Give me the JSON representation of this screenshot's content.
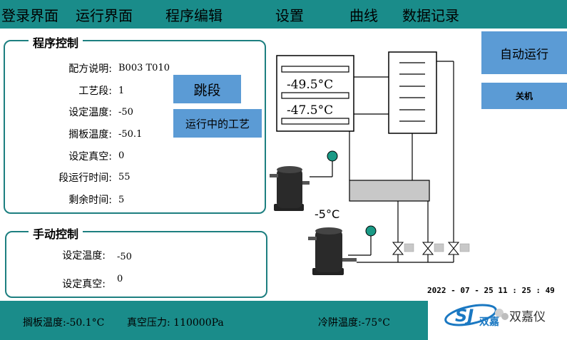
{
  "nav": {
    "login": "登录界面",
    "run": "运行界面",
    "program": "程序编辑",
    "settings": "设置",
    "curve": "曲线",
    "data_log": "数据记录"
  },
  "program_control": {
    "title": "程序控制",
    "recipe_label": "配方说明:",
    "recipe_value": "B003 T010",
    "step_label": "工艺段:",
    "step_value": "1",
    "set_temp_label": "设定温度:",
    "set_temp_value": "-50",
    "shelf_temp_label": "搁板温度:",
    "shelf_temp_value": "-50.1",
    "set_vacuum_label": "设定真空:",
    "set_vacuum_value": "0",
    "segment_time_label": "段运行时间:",
    "segment_time_value": "55",
    "remaining_label": "剩余时间:",
    "remaining_value": "5",
    "jump_button": "跳段",
    "running_process_button": "运行中的工艺"
  },
  "manual_control": {
    "title": "手动控制",
    "set_temp_label": "设定温度:",
    "set_temp_value": "-50",
    "set_vacuum_label": "设定真空:",
    "set_vacuum_value": "0"
  },
  "diagram": {
    "temp_upper": "-49.5°C",
    "temp_lower": "-47.5°C",
    "condenser_temp": "-5°C"
  },
  "right": {
    "auto_run_button": "自动运行",
    "shutdown_button": "关机",
    "datetime": "2022 - 07 - 25 11 : 25 : 49"
  },
  "status": {
    "shelf_temp": "搁板温度:-50.1°C",
    "vacuum": "真空压力: 110000Pa",
    "cold_trap": "冷阱温度:-75°C"
  },
  "brand": {
    "logo_letters": "SJ",
    "logo_small": "双嘉",
    "name": "双嘉仪"
  },
  "colors": {
    "bar": "#1a8c8a",
    "button": "#5b9bd5",
    "panel_border": "#1d7f80",
    "sensor": "#1a9a86"
  }
}
